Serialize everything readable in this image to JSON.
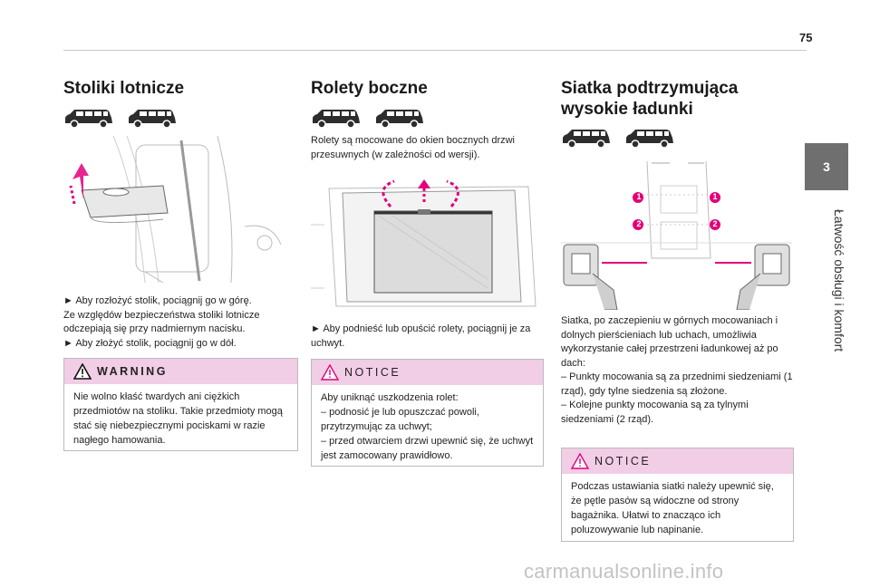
{
  "page_number": "75",
  "side_tab": {
    "chapter_number": "3",
    "chapter_title": "Łatwość obsługi i komfort"
  },
  "col1": {
    "title": "Stoliki lotnicze",
    "paragraphs": [
      "► Aby rozłożyć stolik, pociągnij go w górę.",
      "Ze względów bezpieczeństwa stoliki lotnicze odczepiają się przy nadmiernym nacisku.",
      "► Aby złożyć stolik, pociągnij go w dół."
    ],
    "warning": {
      "title": "WARNING",
      "text": "Nie wolno kłaść twardych ani ciężkich przedmiotów na stoliku. Takie przedmioty mogą stać się niebezpiecznymi pociskami w razie nagłego hamowania."
    }
  },
  "col2": {
    "title": "Rolety boczne",
    "intro": "Rolety są mocowane do okien bocznych drzwi przesuwnych (w zależności od wersji).",
    "instruction": "► Aby podnieść lub opuścić rolety, pociągnij je za uchwyt.",
    "notice": {
      "title": "NOTICE",
      "lines": [
        "Aby uniknąć uszkodzenia rolet:",
        "– podnosić je lub opuszczać powoli, przytrzymując za uchwyt;",
        "– przed otwarciem drzwi upewnić się, że uchwyt jest zamocowany prawidłowo."
      ]
    }
  },
  "col3": {
    "title_line1": "Siatka podtrzymująca",
    "title_line2": "wysokie ładunki",
    "marker_labels": [
      "1",
      "1",
      "2",
      "2"
    ],
    "paragraphs": [
      "Siatka, po zaczepieniu w górnych mocowaniach i dolnych pierścieniach lub uchach, umożliwia wykorzystanie całej przestrzeni ładunkowej aż po dach:",
      "– Punkty mocowania są za przednimi siedzeniami (1 rząd), gdy tylne siedzenia są złożone.",
      "– Kolejne punkty mocowania są za tylnymi siedzeniami (2 rząd)."
    ],
    "notice": {
      "title": "NOTICE",
      "text": "Podczas ustawiania siatki należy upewnić się, że pętle pasów są widoczne od strony bagażnika. Ułatwi to znacząco ich poluzowywanie lub napinanie."
    }
  },
  "watermark": "carmanualsonline.info",
  "colors": {
    "accent": "#e2007a",
    "box_header": "#f1cde6",
    "tab": "#6f6f6f"
  }
}
